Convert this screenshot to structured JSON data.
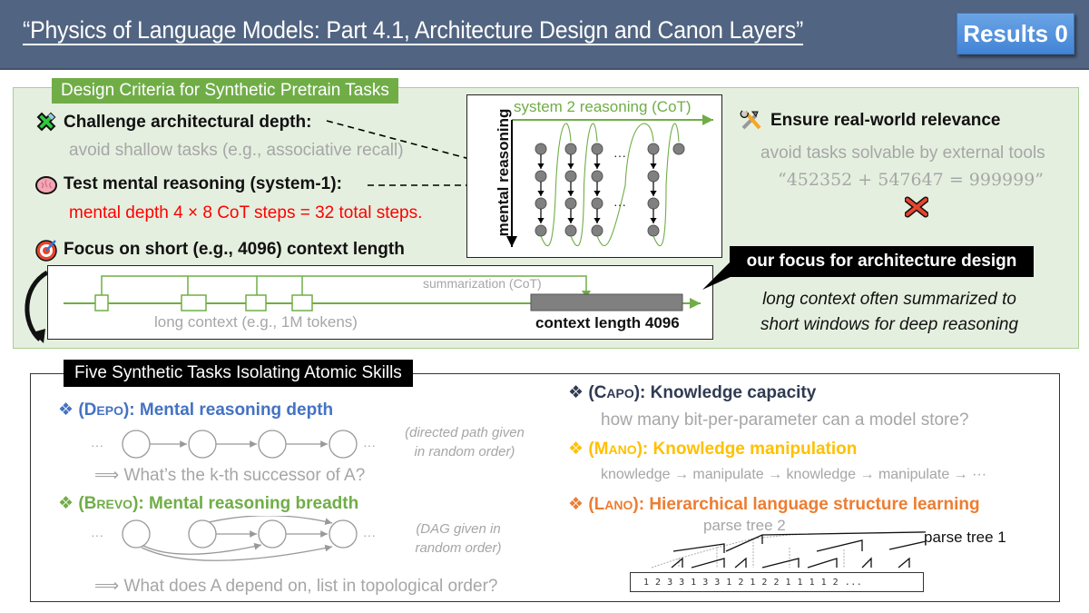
{
  "header": {
    "title": "“Physics of Language Models: Part 4.1, Architecture Design and Canon Layers”",
    "results_button": "Results 0"
  },
  "criteria": {
    "heading": "Design Criteria for Synthetic Pretrain Tasks",
    "items": [
      {
        "icon": "puzzle-icon",
        "title": "Challenge architectural depth:",
        "sub": "avoid shallow tasks (e.g., associative recall)"
      },
      {
        "icon": "brain-icon",
        "title": "Test mental reasoning (system-1):",
        "sub": "mental depth 4 × 8 CoT steps = 32 total steps."
      },
      {
        "icon": "target-icon",
        "title": "Focus on short (e.g., 4096) context length"
      },
      {
        "icon": "tools-icon",
        "title": "Ensure real-world relevance",
        "sub": "avoid tasks solvable by external tools",
        "example": "“452352 + 547647 = 999999”",
        "mark_icon": "red-x-icon"
      }
    ],
    "reasoning_diagram": {
      "x_label": "system 2 reasoning (CoT)",
      "y_label": "mental reasoning",
      "ellipsis": "···"
    },
    "context_diagram": {
      "summarization_label": "summarization (CoT)",
      "long_context_label": "long context (e.g., 1M tokens)",
      "context_length_label": "context length 4096"
    },
    "callout": "our focus for architecture design",
    "callout_note_1": "long context often summarized to",
    "callout_note_2": "short windows for deep reasoning"
  },
  "tasks": {
    "heading": "Five Synthetic Tasks Isolating Atomic Skills",
    "depo": {
      "bullet": "❖",
      "open": "(",
      "name_first": "D",
      "name_rest": "EPO",
      "close": "): Mental reasoning depth",
      "color": "#4472c4",
      "question": "⟹ What’s the k-th successor of A?",
      "note_1": "(directed path given",
      "note_2": "in random order)"
    },
    "brevo": {
      "bullet": "❖",
      "open": "(",
      "name_first": "B",
      "name_rest": "REVO",
      "close": "): Mental reasoning breadth",
      "color": "#70ad47",
      "question": "⟹ What does A depend on, list in topological order?",
      "note_1": "(DAG given in",
      "note_2": "random order)"
    },
    "capo": {
      "bullet": "❖",
      "open": "(",
      "name_first": "C",
      "name_rest": "APO",
      "close": "): Knowledge capacity",
      "color": "#2f3b52",
      "desc": "how many bit-per-parameter can a model store?"
    },
    "mano": {
      "bullet": "❖",
      "open": "(",
      "name_first": "M",
      "name_rest": "ANO",
      "close": "): Knowledge manipulation",
      "color": "#ffc000",
      "desc": "knowledge → manipulate → knowledge → manipulate → ···"
    },
    "lano": {
      "bullet": "❖",
      "open": "(",
      "name_first": "L",
      "name_rest": "ANO",
      "close": "): Hierarchical language structure learning",
      "color": "#ed7d31",
      "tree2_label": "parse tree 2",
      "tree1_label": "parse tree 1",
      "sequence": "1  2  3  3  1  3  3  1  2  1  2  2  1  1  1  1  2 ..."
    },
    "ellipsis": "···"
  },
  "colors": {
    "header_bg": "#516481",
    "green_accent": "#70ad47",
    "panel_bg": "#e5efdf",
    "gray_text": "#a6a6a6",
    "red": "#ff0000"
  }
}
